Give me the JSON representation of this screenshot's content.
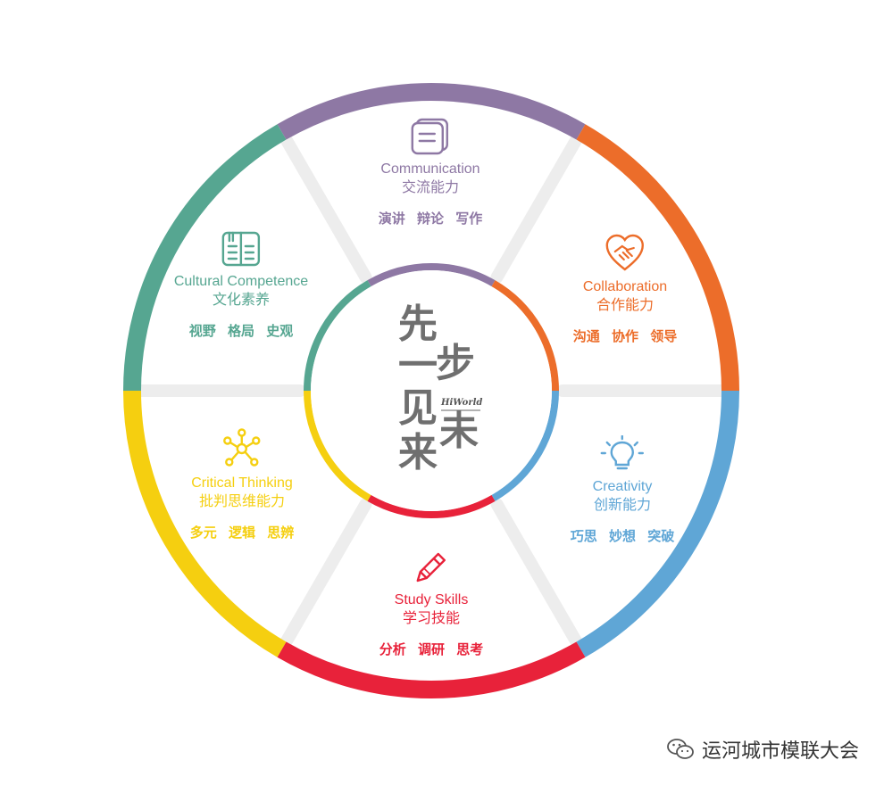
{
  "segments": [
    {
      "key": "communication",
      "en": "Communication",
      "zh": "交流能力",
      "keywords": "演讲 辩论 写作",
      "color": "#8e78a4",
      "icon": "chat-cards-icon"
    },
    {
      "key": "collaboration",
      "en": "Collaboration",
      "zh": "合作能力",
      "keywords": "沟通 协作 领导",
      "color": "#ec6d2a",
      "icon": "handshake-heart-icon"
    },
    {
      "key": "creativity",
      "en": "Creativity",
      "zh": "创新能力",
      "keywords": "巧思 妙想 突破",
      "color": "#5fa6d6",
      "icon": "lightbulb-icon"
    },
    {
      "key": "study",
      "en": "Study Skills",
      "zh": "学习技能",
      "keywords": "分析 调研 思考",
      "color": "#e8223a",
      "icon": "pencil-icon"
    },
    {
      "key": "critical",
      "en": "Critical Thinking",
      "zh": "批判思维能力",
      "keywords": "多元 逻辑 思辨",
      "color": "#f5cf10",
      "icon": "network-icon"
    },
    {
      "key": "cultural",
      "en": "Cultural Competence",
      "zh": "文化素养",
      "keywords": "视野 格局 史观",
      "color": "#56a691",
      "icon": "book-icon"
    }
  ],
  "center": {
    "chars": [
      "先",
      "一",
      "步",
      "见",
      "未",
      "来"
    ],
    "brand": "HiWorld"
  },
  "watermark": {
    "text": "运河城市模联大会",
    "icon": "wechat-icon"
  }
}
